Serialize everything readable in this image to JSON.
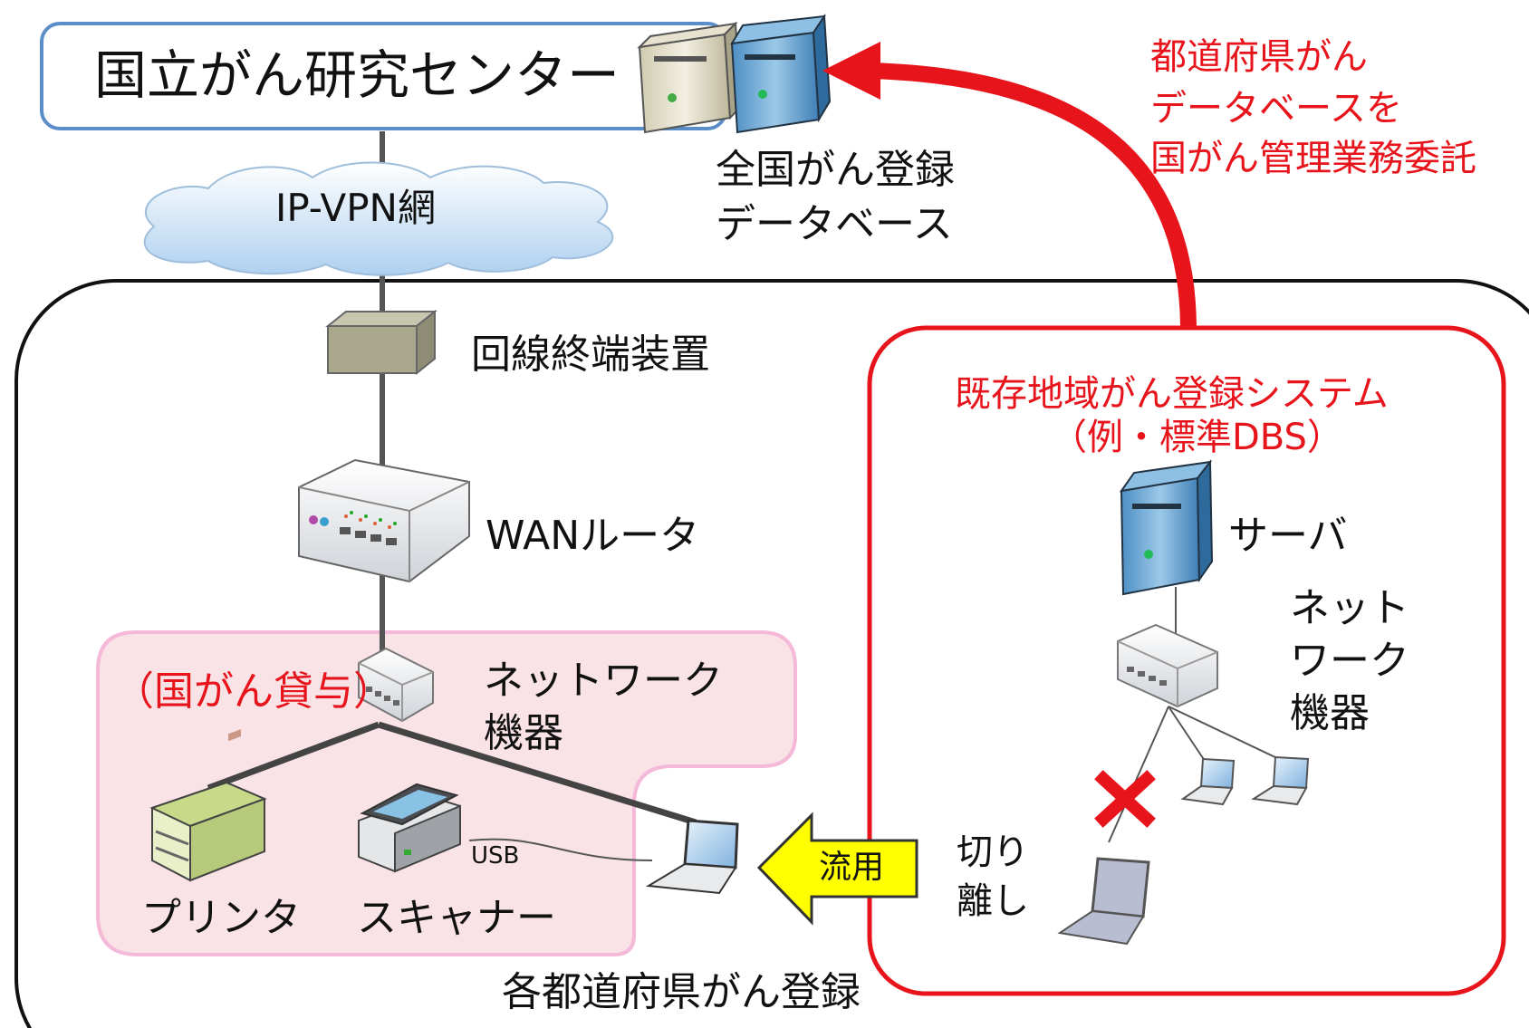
{
  "center": {
    "title": "国立がん研究センター"
  },
  "national_db": {
    "line1": "全国がん登録",
    "line2": "データベース"
  },
  "outsourcing_note": {
    "line1": "都道府県がん",
    "line2": "データベースを",
    "line3": "国がん管理業務委託"
  },
  "network": {
    "vpn_label": "IP-VPN網"
  },
  "prefecture_site": {
    "terminal_label": "回線終端装置",
    "router_label": "WANルータ",
    "loan_label": "（国がん貸与）",
    "network_device_line1": "ネットワーク",
    "network_device_line2": "機器",
    "printer_label": "プリンタ",
    "scanner_label": "スキャナー",
    "usb_label": "USB",
    "caption": "各都道府県がん登録"
  },
  "existing_system": {
    "title_line1": "既存地域がん登録システム",
    "title_line2": "（例・標準DBS）",
    "server_label": "サーバ",
    "network_line1": "ネット",
    "network_line2": "ワーク",
    "network_line3": "機器",
    "disconnect_line1": "切り",
    "disconnect_line2": "離し"
  },
  "reuse_arrow": {
    "label": "流用"
  },
  "colors": {
    "red": "#e8141b",
    "center_border": "#5b8ec9",
    "pink_fill": "#f9e3e6",
    "pink_border": "#f4b8d8",
    "arrow_yellow": "#ffff00"
  }
}
